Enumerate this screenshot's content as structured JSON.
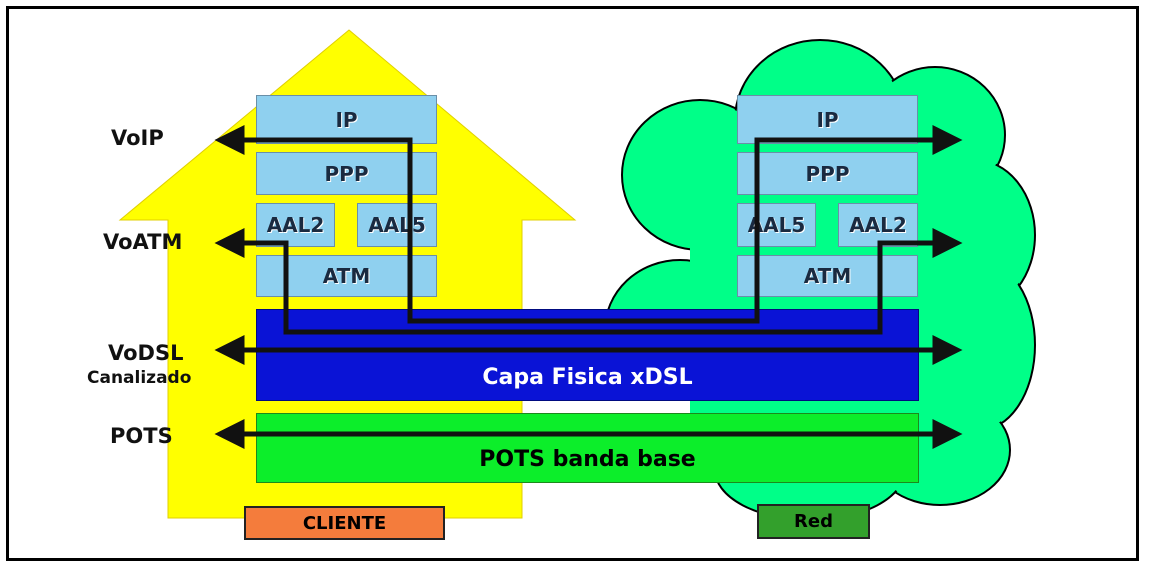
{
  "left_labels": {
    "voip": "VoIP",
    "voatm": "VoATM",
    "vodsl": "VoDSL",
    "vodsl_sub": "Canalizado",
    "pots": "POTS"
  },
  "cliente_stack": {
    "ip": "IP",
    "ppp": "PPP",
    "aal2": "AAL2",
    "aal5": "AAL5",
    "atm": "ATM"
  },
  "red_stack": {
    "ip": "IP",
    "ppp": "PPP",
    "aal5": "AAL5",
    "aal2": "AAL2",
    "atm": "ATM"
  },
  "physical_layer": "Capa Fisica xDSL",
  "pots_layer": "POTS banda base",
  "tags": {
    "cliente": "CLIENTE",
    "red": "Red"
  },
  "colors": {
    "house": "#ffff00",
    "cloud": "#00ff88",
    "protocol_box": "#8fd0ef",
    "physical": "#0a13d6",
    "pots": "#0cee2a",
    "cliente_tag": "#f47c3c",
    "red_tag": "#33a02c"
  }
}
